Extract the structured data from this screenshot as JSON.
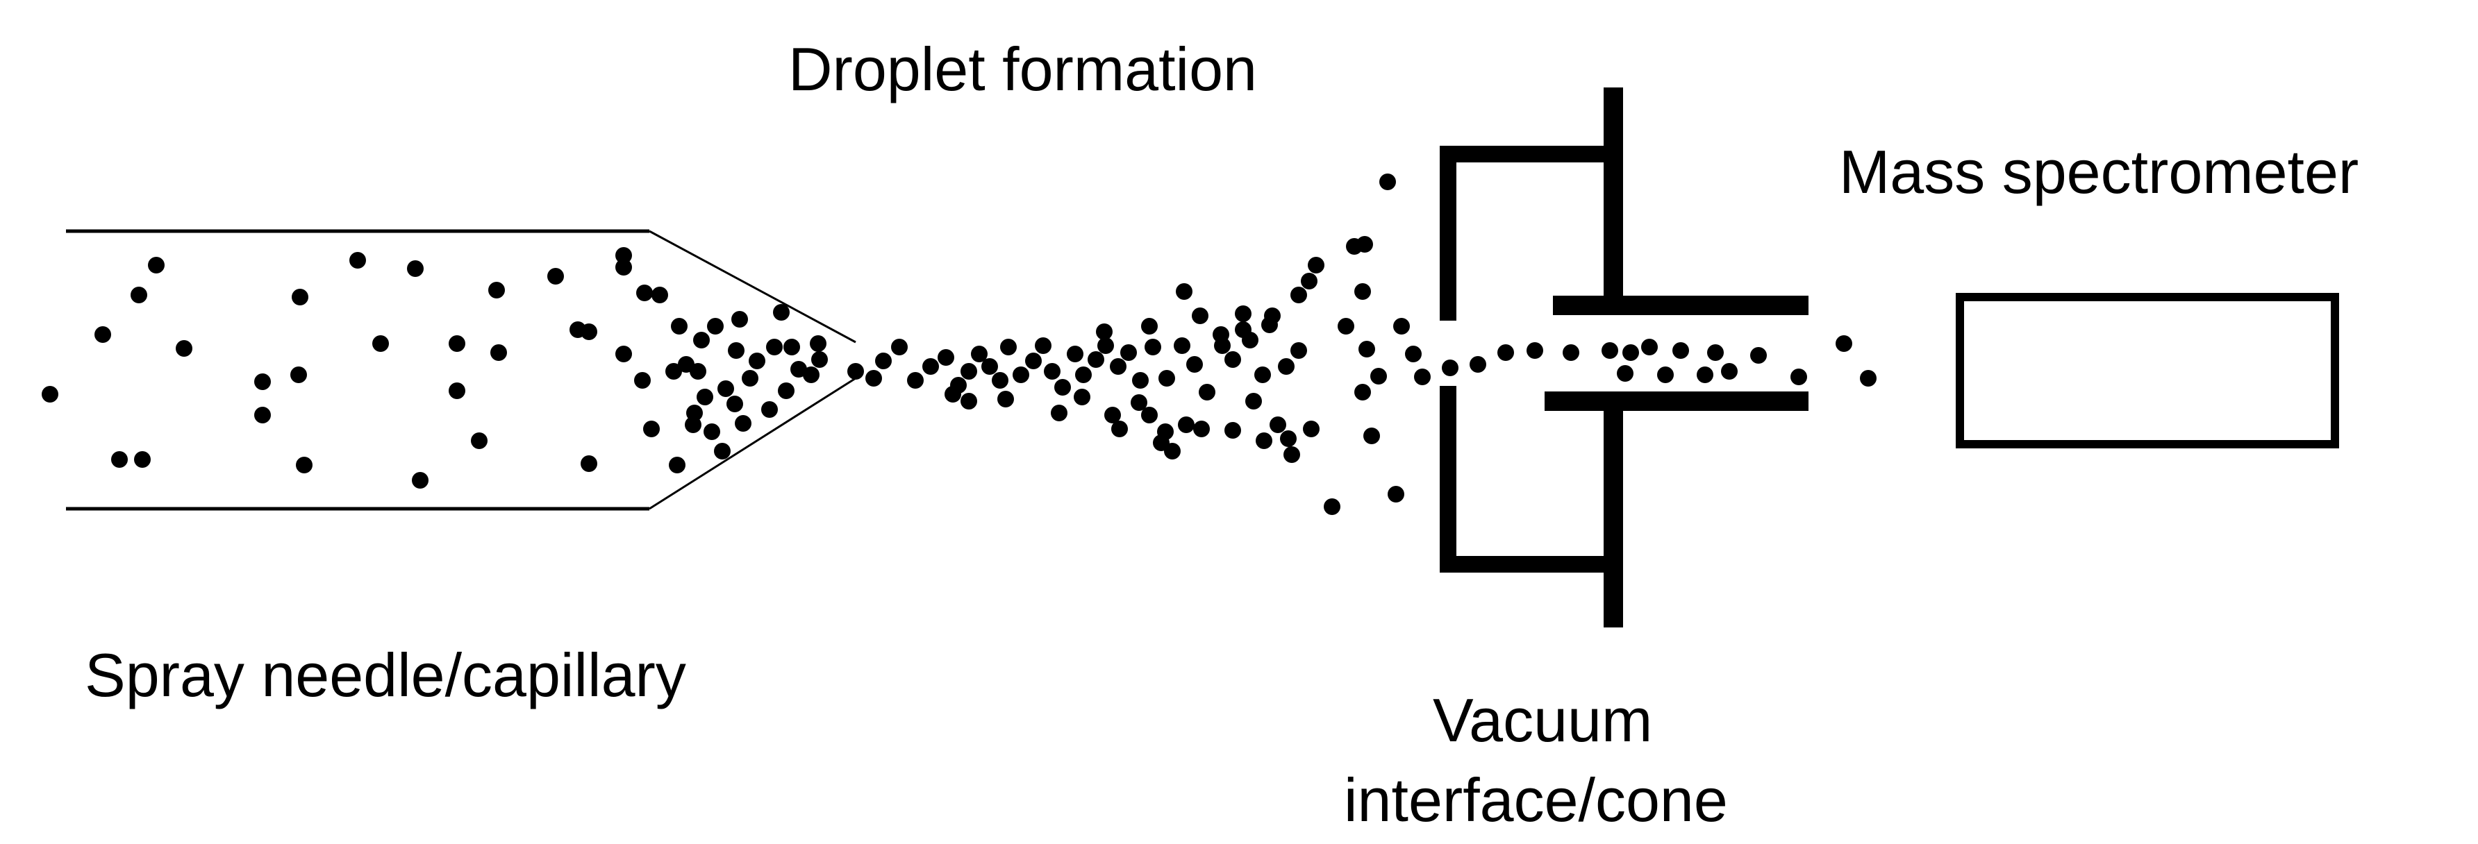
{
  "labels": {
    "droplet_formation": "Droplet formation",
    "mass_spectrometer": "Mass spectrometer",
    "spray_needle": "Spray needle/capillary",
    "vacuum_line1": "Vacuum",
    "vacuum_line2": "interface/cone"
  },
  "colors": {
    "ink": "#000000",
    "background": "#ffffff"
  }
}
